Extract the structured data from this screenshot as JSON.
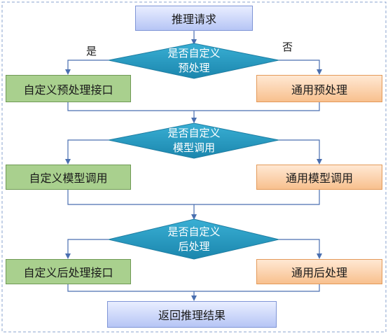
{
  "start": "推理请求",
  "decision1": {
    "line1": "是否自定义",
    "line2": "预处理"
  },
  "yes_label": "是",
  "no_label": "否",
  "custom_pre": "自定义预处理接口",
  "generic_pre": "通用预处理",
  "decision2": {
    "line1": "是否自定义",
    "line2": "模型调用"
  },
  "custom_model": "自定义模型调用",
  "generic_model": "通用模型调用",
  "decision3": {
    "line1": "是否自定义",
    "line2": "后处理"
  },
  "custom_post": "自定义后处理接口",
  "generic_post": "通用后处理",
  "end": "返回推理结果",
  "colors": {
    "connector": "#4a6fb0",
    "diamond": "#2a9bc2",
    "custom_fill": "#a9d08e",
    "generic_fill": "#f8c08e",
    "terminal_fill": "#c9d4fb"
  }
}
